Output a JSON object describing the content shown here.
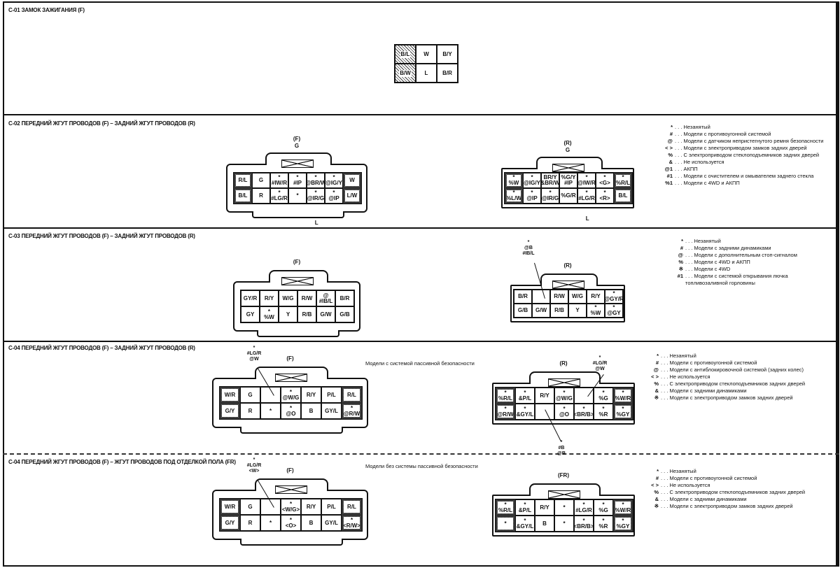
{
  "sections": [
    {
      "title": "С-01 ЗАМОК ЗАЖИГАНИЯ (F)"
    },
    {
      "title": "С-02 ПЕРЕДНИЙ ЖГУТ ПРОВОДОВ (F) – ЗАДНИЙ ЖГУТ ПРОВОДОВ (R)"
    },
    {
      "title": "С-03 ПЕРЕДНИЙ ЖГУТ ПРОВОДОВ (F) – ЗАДНИЙ ЖГУТ ПРОВОДОВ (R)"
    },
    {
      "title": "С-04 ПЕРЕДНИЙ ЖГУТ ПРОВОДОВ (F) – ЗАДНИЙ ЖГУТ ПРОВОДОВ (R)",
      "note": "Модели с системой пассивной безопасности"
    },
    {
      "title": "С-04 ПЕРЕДНИЙ ЖГУТ ПРОВОДОВ (F) – ЖГУТ ПРОВОДОВ ПОД ОТДЕЛКОЙ ПОЛА (FR)",
      "note": "Модели без системы пассивной безопасности"
    }
  ],
  "connectors": {
    "c01": {
      "rows": [
        [
          "B/L",
          "W",
          "B/Y"
        ],
        [
          "B/W",
          "L",
          "B/R"
        ]
      ]
    },
    "c02f": {
      "tag": "(F)",
      "top": "G",
      "bottom": "L",
      "rows": [
        [
          "R/L",
          "G",
          "*\n#IW/R",
          "*\n#IP",
          "*\n@BR/W",
          "*\n@IG/Y",
          "W"
        ],
        [
          "B/L",
          "R",
          "*\n#LG/R",
          "*",
          "*\n@IR/G",
          "*\n@IP",
          "L/W"
        ]
      ]
    },
    "c02r": {
      "tag": "(R)",
      "top": "G",
      "bottom": "L",
      "rows": [
        [
          "*\n%W",
          "*\n@IG/Y",
          "BR/Y\n&BR/W",
          "%G/Y\n#IP",
          "*\n@IW/R",
          "*\n<G>",
          "*\n%R/L"
        ],
        [
          "*\n%L/W",
          "*\n@IP",
          "*\n@IR/G",
          "%G/R",
          "*\n#LG/R",
          "*\n<R>",
          "B/L"
        ]
      ]
    },
    "c03f": {
      "tag": "(F)",
      "rows": [
        [
          "GY/R",
          "R/Y",
          "W/G",
          "R/W",
          "@\n#IB/L",
          "B/R"
        ],
        [
          "GY",
          "*\n%W",
          "Y",
          "R/B",
          "G/W",
          "G/B"
        ]
      ]
    },
    "c03r": {
      "tag": "(R)",
      "callout": "*\n@B\n#IB/L",
      "rows": [
        [
          "B/R",
          "",
          "R/W",
          "W/G",
          "R/Y",
          "*\n@GY/R"
        ],
        [
          "G/B",
          "G/W",
          "R/B",
          "Y",
          "*\n%W",
          "*\n@GY"
        ]
      ]
    },
    "c04f": {
      "tag": "(F)",
      "callout": "*\n#LG/R\n@W",
      "rows": [
        [
          "W/R",
          "G",
          "",
          "*\n@W/G",
          "R/Y",
          "P/L",
          "R/L"
        ],
        [
          "G/Y",
          "R",
          "*",
          "*\n@O",
          "B",
          "GY/L",
          "*\n@R/W"
        ]
      ]
    },
    "c04r": {
      "tag": "(R)",
      "callout": "*\n#LG/R\n@W",
      "callout2": "*\n#B\n@B",
      "rows": [
        [
          "*\n%R/L",
          "*\n&P/L",
          "R/Y",
          "*\n@W/G",
          "",
          "*\n%G",
          "*\n%W/R"
        ],
        [
          "*\n@R/W",
          "*\n&GY/L",
          "",
          "*\n@O",
          "*\n<BR/B>",
          "*\n%R",
          "*\n%GY"
        ]
      ]
    },
    "c05f": {
      "tag": "(F)",
      "callout": "*\n#LG/R\n<W>",
      "rows": [
        [
          "W/R",
          "G",
          "",
          "*\n<W/G>",
          "R/Y",
          "P/L",
          "R/L"
        ],
        [
          "G/Y",
          "R",
          "*",
          "*\n<O>",
          "B",
          "GY/L",
          "*\n<R/W>"
        ]
      ]
    },
    "c05r": {
      "tag": "(FR)",
      "rows": [
        [
          "*\n%R/L",
          "*\n&P/L",
          "R/Y",
          "*",
          "*\n#LG/R",
          "*\n%G",
          "*\n%W/R"
        ],
        [
          "*",
          "*\n&GY/L",
          "B",
          "*",
          "*\n<BR/B>",
          "*\n%R",
          "*\n%GY"
        ]
      ]
    }
  },
  "legends": {
    "c02": [
      {
        "sym": "*",
        "text": ". . . Незанятый"
      },
      {
        "sym": "#",
        "text": ". . . Модели с противоугонной системой"
      },
      {
        "sym": "@",
        "text": ". . . Модели с датчиком непристегнутого ремня безопасности"
      },
      {
        "sym": "< >",
        "text": ". . . Модели с электроприводом замков задних дверей"
      },
      {
        "sym": "%",
        "text": ". . . С электроприводом стеклоподъемников задних дверей"
      },
      {
        "sym": "&",
        "text": ". . . Не используется"
      },
      {
        "sym": "@1",
        "text": ". . . АКПП"
      },
      {
        "sym": "#1",
        "text": ". . . Модели с очистителем и омывателем заднего стекла"
      },
      {
        "sym": "%1",
        "text": ". . . Модели с 4WD и АКПП"
      }
    ],
    "c03": [
      {
        "sym": "*",
        "text": ". . . Незанятый"
      },
      {
        "sym": "#",
        "text": ". . . Модели с задними динамиками"
      },
      {
        "sym": "@",
        "text": ". . . Модели с дополнительным стоп-сигналом"
      },
      {
        "sym": "%",
        "text": ". . . Модели с 4WD и АКПП"
      },
      {
        "sym": "※",
        "text": ". . . Модели с 4WD"
      },
      {
        "sym": "#1",
        "text": ". . . Модели с системой открывания лючка"
      },
      {
        "sym": "",
        "text": "топливозаливной горловины"
      }
    ],
    "c04": [
      {
        "sym": "*",
        "text": ". . . Незанятый"
      },
      {
        "sym": "#",
        "text": ". . . Модели с противоугонной системой"
      },
      {
        "sym": "@",
        "text": ". . . Модели с антиблокировочной системой (задних колес)"
      },
      {
        "sym": "< >",
        "text": ". . . Не используется"
      },
      {
        "sym": "%",
        "text": ". . . С электроприводом стеклоподъемников задних дверей"
      },
      {
        "sym": "&",
        "text": ". . . Модели с задними динамиками"
      },
      {
        "sym": "※",
        "text": ". . . Модели с электроприводом замков задних дверей"
      }
    ],
    "c05": [
      {
        "sym": "*",
        "text": ". . . Незанятый"
      },
      {
        "sym": "#",
        "text": ". . . Модели с противоугонной системой"
      },
      {
        "sym": "< >",
        "text": ". . . Не используется"
      },
      {
        "sym": "%",
        "text": ". . . С электроприводом стеклоподъемников задних дверей"
      },
      {
        "sym": "&",
        "text": ". . . Модели с задними динамиками"
      },
      {
        "sym": "※",
        "text": ". . . Модели с электроприводом замков задних дверей"
      }
    ]
  }
}
